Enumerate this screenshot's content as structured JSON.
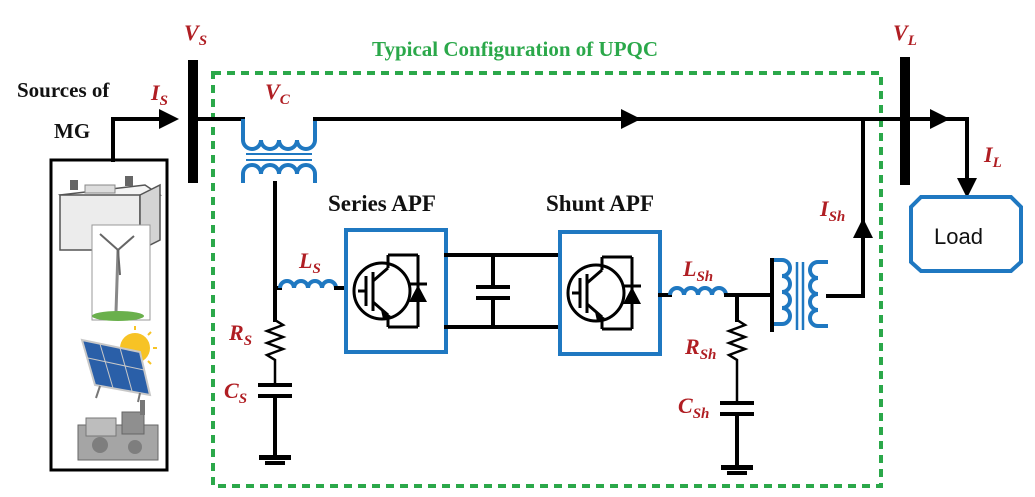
{
  "upqc_label": "Typical Configuration of UPQC",
  "sources": {
    "line1": "Sources of",
    "line2": "MG"
  },
  "labels": {
    "vs": {
      "main": "V",
      "sub": "S"
    },
    "vl": {
      "main": "V",
      "sub": "L"
    },
    "vc": {
      "main": "V",
      "sub": "C"
    },
    "is": {
      "main": "I",
      "sub": "S"
    },
    "il": {
      "main": "I",
      "sub": "L"
    },
    "ish": {
      "main": "I",
      "sub": "Sh"
    },
    "ls": {
      "main": "L",
      "sub": "S"
    },
    "rs": {
      "main": "R",
      "sub": "S"
    },
    "cs": {
      "main": "C",
      "sub": "S"
    },
    "lsh": {
      "main": "L",
      "sub": "Sh"
    },
    "rsh": {
      "main": "R",
      "sub": "Sh"
    },
    "csh": {
      "main": "C",
      "sub": "Sh"
    }
  },
  "series_apf": "Series APF",
  "shunt_apf": "Shunt APF",
  "load": "Load",
  "colors": {
    "label_red": "#b01e23",
    "upqc_green": "#2ba84a",
    "component_blue": "#1f78c1",
    "wire": "#000000"
  }
}
